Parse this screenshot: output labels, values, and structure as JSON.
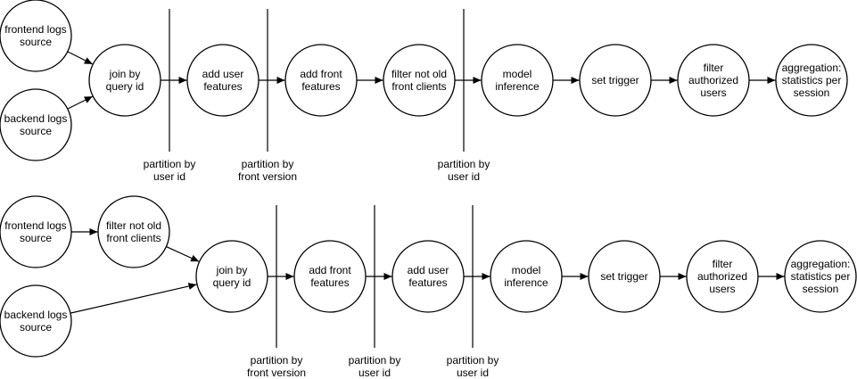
{
  "pipelines": [
    {
      "nodes": [
        {
          "id": "fe",
          "lines": [
            "frontend logs",
            "source"
          ]
        },
        {
          "id": "be",
          "lines": [
            "backend logs",
            "source"
          ]
        },
        {
          "id": "join",
          "lines": [
            "join by",
            "query id"
          ]
        },
        {
          "id": "user",
          "lines": [
            "add user",
            "features"
          ]
        },
        {
          "id": "front",
          "lines": [
            "add front",
            "features"
          ]
        },
        {
          "id": "filter",
          "lines": [
            "filter not old",
            "front clients"
          ]
        },
        {
          "id": "model",
          "lines": [
            "model",
            "inference"
          ]
        },
        {
          "id": "trigger",
          "lines": [
            "set trigger"
          ]
        },
        {
          "id": "auth",
          "lines": [
            "filter",
            "authorized",
            "users"
          ]
        },
        {
          "id": "agg",
          "lines": [
            "aggregation:",
            "statistics per",
            "session"
          ]
        }
      ],
      "edges": [
        [
          "fe",
          "join"
        ],
        [
          "be",
          "join"
        ],
        [
          "join",
          "user"
        ],
        [
          "user",
          "front"
        ],
        [
          "front",
          "filter"
        ],
        [
          "filter",
          "model"
        ],
        [
          "model",
          "trigger"
        ],
        [
          "trigger",
          "auth"
        ],
        [
          "auth",
          "agg"
        ]
      ],
      "partitions": [
        {
          "lines": [
            "partition by",
            "user id"
          ]
        },
        {
          "lines": [
            "partition by",
            "front version"
          ]
        },
        {
          "lines": [
            "partition by",
            "user id"
          ]
        }
      ]
    },
    {
      "nodes": [
        {
          "id": "fe",
          "lines": [
            "frontend logs",
            "source"
          ]
        },
        {
          "id": "filter",
          "lines": [
            "filter not old",
            "front clients"
          ]
        },
        {
          "id": "be",
          "lines": [
            "backend logs",
            "source"
          ]
        },
        {
          "id": "join",
          "lines": [
            "join by",
            "query id"
          ]
        },
        {
          "id": "front",
          "lines": [
            "add front",
            "features"
          ]
        },
        {
          "id": "user",
          "lines": [
            "add user",
            "features"
          ]
        },
        {
          "id": "model",
          "lines": [
            "model",
            "inference"
          ]
        },
        {
          "id": "trigger",
          "lines": [
            "set trigger"
          ]
        },
        {
          "id": "auth",
          "lines": [
            "filter",
            "authorized",
            "users"
          ]
        },
        {
          "id": "agg",
          "lines": [
            "aggregation:",
            "statistics per",
            "session"
          ]
        }
      ],
      "edges": [
        [
          "fe",
          "filter"
        ],
        [
          "filter",
          "join"
        ],
        [
          "be",
          "join"
        ],
        [
          "join",
          "front"
        ],
        [
          "front",
          "user"
        ],
        [
          "user",
          "model"
        ],
        [
          "model",
          "trigger"
        ],
        [
          "trigger",
          "auth"
        ],
        [
          "auth",
          "agg"
        ]
      ],
      "partitions": [
        {
          "lines": [
            "partition by",
            "front version"
          ]
        },
        {
          "lines": [
            "partition by",
            "user id"
          ]
        },
        {
          "lines": [
            "partition by",
            "user id"
          ]
        }
      ]
    }
  ]
}
